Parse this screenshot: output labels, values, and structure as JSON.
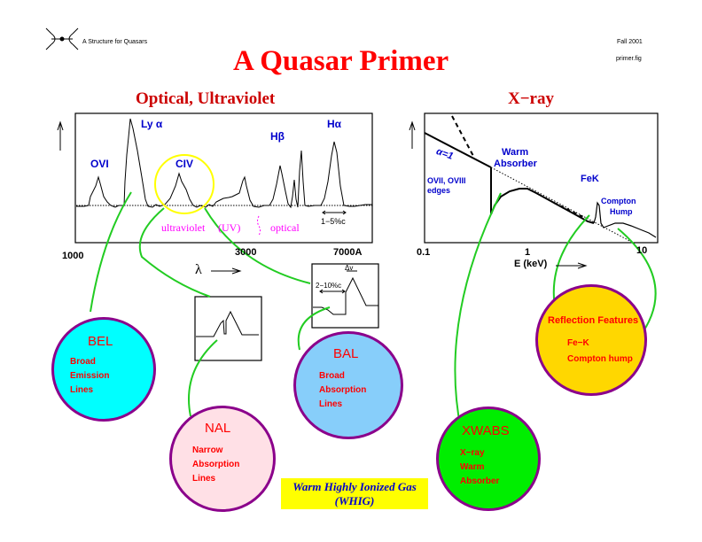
{
  "header": {
    "logo_icon": "quasar-logo-icon",
    "left_caption": "A Structure for Quasars",
    "right_date": "Fall 2001",
    "right_file": "primer.fig",
    "title": "A Quasar Primer"
  },
  "optical_panel": {
    "heading": "Optical, Ultraviolet",
    "lines": {
      "ovi": "OVI",
      "lya": "Ly α",
      "civ": "CIV",
      "hbeta": "Hβ",
      "halpha": "Hα"
    },
    "width_label": "1−5%c",
    "region_uv": "ultraviolet",
    "region_uv_abbrev": "(UV)",
    "region_optical": "optical",
    "x_ticks": [
      "1000",
      "3000",
      "7000A"
    ],
    "x_axis_label": "λ"
  },
  "xray_panel": {
    "heading": "X−ray",
    "slope_label": "α=1",
    "warm_absorber_label_1": "Warm",
    "warm_absorber_label_2": "Absorber",
    "edges_label_1": "OVII, OVIII",
    "edges_label_2": "edges",
    "fek_label": "FeK",
    "compton_label_1": "Compton",
    "compton_label_2": "Hump",
    "x_ticks": [
      "0.1",
      "1",
      "10"
    ],
    "x_axis_label": "E (keV)"
  },
  "insets": {
    "bal_profile": {
      "dv_label": "Δv",
      "width_label": "2−10%c"
    }
  },
  "bubbles": {
    "bel": {
      "title": "BEL",
      "lines": [
        "Broad",
        "Emission",
        "Lines"
      ],
      "color": "#00ffff"
    },
    "nal": {
      "title": "NAL",
      "lines": [
        "Narrow",
        "Absorption",
        "Lines"
      ],
      "color": "#ffe0e6"
    },
    "bal": {
      "title": "BAL",
      "lines": [
        "Broad",
        "Absorption",
        "Lines"
      ],
      "color": "#87cefa"
    },
    "xwabs": {
      "title": "XWABS",
      "lines": [
        "X−ray",
        "Warm",
        "Absorber"
      ],
      "color": "#00ee00"
    },
    "reflection": {
      "title": "Reflection Features",
      "lines": [
        "Fe−K",
        "Compton hump"
      ],
      "color": "#ffd700"
    }
  },
  "whig": {
    "line1": "Warm Highly Ionized Gas",
    "line2": "(WHIG)"
  },
  "colors": {
    "title_red": "#ff0000",
    "label_blue": "#0000cc",
    "arrow_green": "#22cc22",
    "circle_border": "#8b008b",
    "highlight_yellow": "#ffff00",
    "region_magenta": "#ff00ff"
  }
}
